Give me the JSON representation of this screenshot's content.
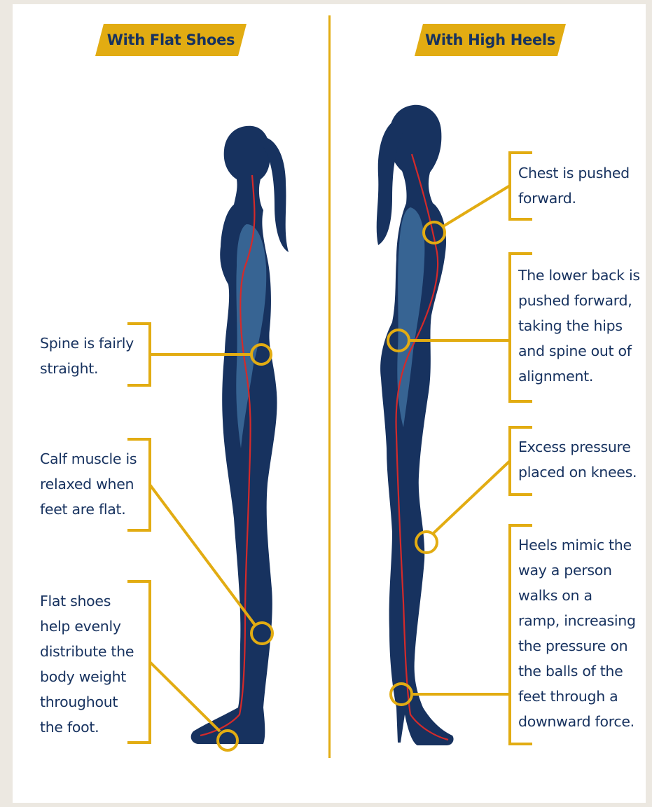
{
  "left_panel": {
    "title": "With Flat Shoes",
    "callouts": [
      {
        "lines": [
          "Spine is fairly",
          "straight."
        ]
      },
      {
        "lines": [
          "Calf muscle is",
          "relaxed when",
          "feet are flat."
        ]
      },
      {
        "lines": [
          "Flat shoes",
          "help evenly",
          "distribute the",
          "body weight",
          "throughout",
          "the foot."
        ]
      }
    ]
  },
  "right_panel": {
    "title": "With High Heels",
    "callouts": [
      {
        "lines": [
          "Chest is pushed",
          "forward."
        ]
      },
      {
        "lines": [
          "The lower back is",
          "pushed forward,",
          "taking the hips",
          "and spine out of",
          "alignment."
        ]
      },
      {
        "lines": [
          "Excess pressure",
          "placed on knees."
        ]
      },
      {
        "lines": [
          "Heels mimic the",
          "way a person",
          "walks on a",
          "ramp, increasing",
          "the pressure on",
          "the balls of the",
          "feet through a",
          "downward force."
        ]
      }
    ]
  },
  "colors": {
    "accent": "#e2ac12",
    "silhouette": "#17325f",
    "highlight": "#3d6d9c",
    "spine_line": "#d42a2a",
    "text": "#17325f",
    "background": "#ece8e1"
  }
}
